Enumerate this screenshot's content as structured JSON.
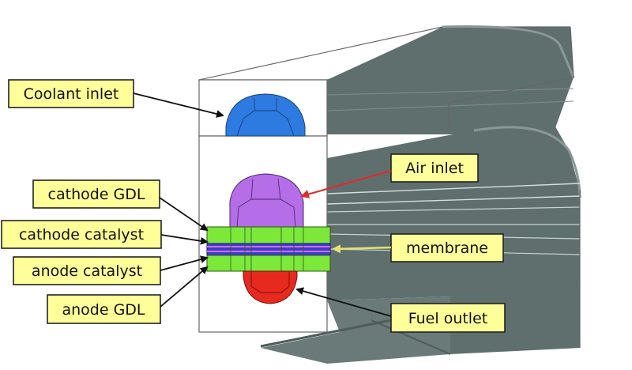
{
  "labels": {
    "coolant_inlet": "Coolant inlet",
    "cathode_gdl": "cathode GDL",
    "cathode_catalyst": "cathode catalyst",
    "anode_catalyst": "anode catalyst",
    "anode_gdl": "anode GDL",
    "air_inlet": "Air inlet",
    "membrane": "membrane",
    "fuel_outlet": "Fuel outlet"
  },
  "colors": {
    "coolant_channel": "#2d7be0",
    "air_channel": "#b66de8",
    "fuel_channel": "#e8291f",
    "gdl_catalyst_layers": "#7be83a",
    "membrane": "#3b3bd6",
    "body_gray": "#5e6e6c",
    "label_fill": "#ffff99",
    "air_arrow": "#e02a2a",
    "membrane_arrow": "#e8e070"
  }
}
